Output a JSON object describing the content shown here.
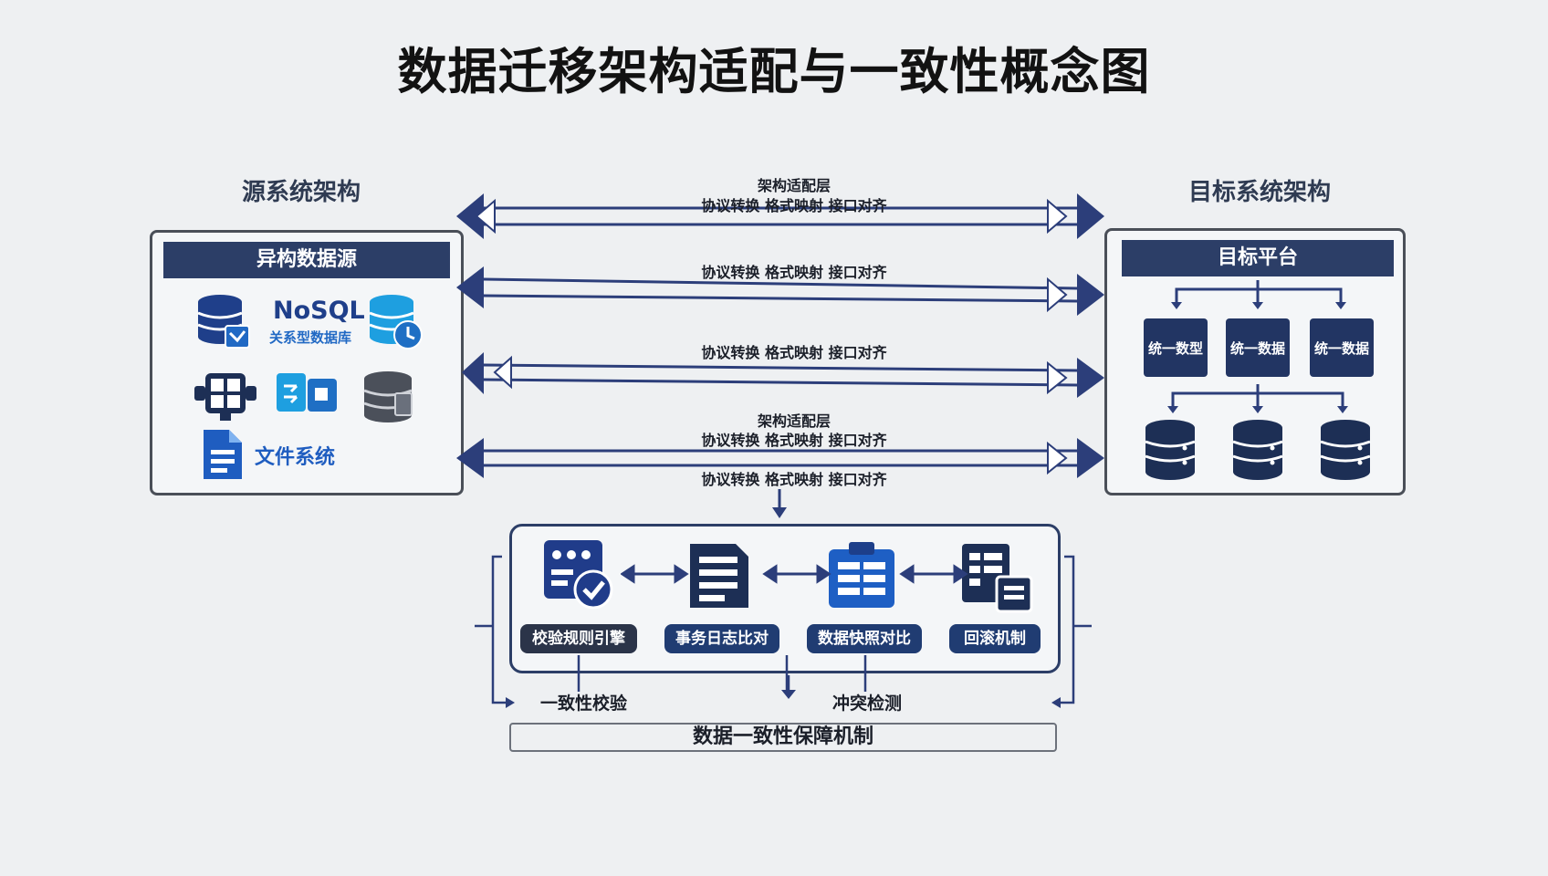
{
  "title": "数据迁移架构适配与一致性概念图",
  "source": {
    "heading": "源系统架构",
    "panel_title": "异构数据源",
    "nosql_label": "NoSQL",
    "relational_label": "关系型数据库",
    "filesystem_label": "文件系统"
  },
  "target": {
    "heading": "目标系统架构",
    "panel_title": "目标平台",
    "tiles": [
      "统一数型",
      "统一数据",
      "统一数据"
    ]
  },
  "adapter": {
    "layer_label_1": "架构适配层",
    "row1_label": "协议转换 格式映射 接口对齐",
    "row2_label": "协议转换 格式映射 接口对齐",
    "row3_label": "协议转换 格式映射 接口对齐",
    "layer_label_2": "架构适配层",
    "row4_label": "协议转换 格式映射 接口对齐",
    "down_label": "协议转换 格式映射 接口对齐"
  },
  "consistency": {
    "items": [
      "校验规则引擎",
      "事务日志比对",
      "数据快照对比",
      "回滚机制"
    ],
    "check_label": "一致性校验",
    "conflict_label": "冲突检测",
    "footer": "数据一致性保障机制"
  },
  "colors": {
    "navy": "#2c3e67",
    "blue": "#2169c4",
    "cyan": "#1e9fe0",
    "arrow": "#2c3e7a"
  },
  "icons": {
    "db": "database-icon",
    "clock_db": "database-clock-icon",
    "grid": "grid-device-icon",
    "connector": "connector-icon",
    "gray_db": "database-gray-icon",
    "file": "file-icon",
    "rules": "rules-check-icon",
    "log": "document-log-icon",
    "snapshot": "clipboard-icon",
    "rollback": "rollback-icon"
  }
}
